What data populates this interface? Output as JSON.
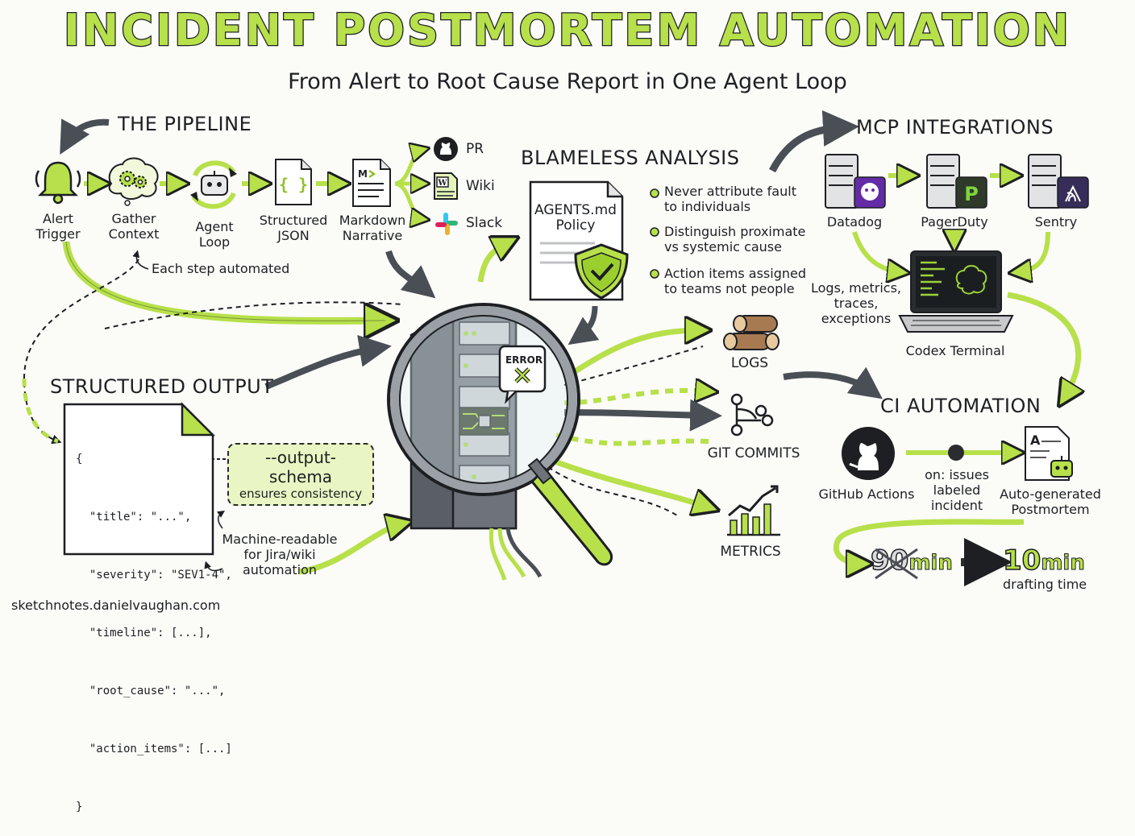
{
  "title": "INCIDENT POSTMORTEM AUTOMATION",
  "subtitle": "From Alert to Root Cause Report in One Agent Loop",
  "pipeline": {
    "heading": "THE PIPELINE",
    "steps": [
      {
        "label_line1": "Alert",
        "label_line2": "Trigger",
        "icon": "bell-icon"
      },
      {
        "label_line1": "Gather",
        "label_line2": "Context",
        "icon": "gears-icon"
      },
      {
        "label_line1": "Agent",
        "label_line2": "Loop",
        "icon": "robot-loop-icon"
      },
      {
        "label_line1": "Structured",
        "label_line2": "JSON",
        "icon": "json-document-icon"
      },
      {
        "label_line1": "Markdown",
        "label_line2": "Narrative",
        "icon": "markdown-document-icon"
      }
    ],
    "outputs": [
      {
        "label": "PR",
        "icon": "github-icon"
      },
      {
        "label": "Wiki",
        "icon": "wiki-icon"
      },
      {
        "label": "Slack",
        "icon": "slack-icon"
      }
    ],
    "note": "Each step automated"
  },
  "blameless": {
    "heading": "BLAMELESS ANALYSIS",
    "doc_line1": "AGENTS.md",
    "doc_line2": "Policy",
    "rules": [
      {
        "line1": "Never attribute fault",
        "line2": "to individuals"
      },
      {
        "line1": "Distinguish proximate",
        "line2": "vs systemic cause"
      },
      {
        "line1": "Action items assigned",
        "line2": "to teams not people"
      }
    ]
  },
  "mcp": {
    "heading": "MCP INTEGRATIONS",
    "servers": [
      "Datadog",
      "PagerDuty",
      "Sentry"
    ],
    "data_line1": "Logs, metrics,",
    "data_line2": "traces,",
    "data_line3": "exceptions",
    "terminal_label": "Codex Terminal"
  },
  "center": {
    "error_label": "ERROR",
    "sources": [
      "LOGS",
      "GIT COMMITS",
      "METRICS"
    ]
  },
  "structured_output": {
    "heading": "STRUCTURED OUTPUT",
    "code_lines": [
      "{",
      "  \"title\": \"...\",",
      "  \"severity\": \"SEV1-4\",",
      "  \"timeline\": [...],",
      "  \"root_cause\": \"...\",",
      "  \"action_items\": [...]",
      "}"
    ],
    "schema_flag": "--output-schema",
    "schema_note": "ensures consistency",
    "machine_line1": "Machine-readable",
    "machine_line2": "for Jira/wiki",
    "machine_line3": "automation"
  },
  "ci": {
    "heading": "CI AUTOMATION",
    "actions_label": "GitHub Actions",
    "trigger_line1": "on: issues",
    "trigger_line2": "labeled",
    "trigger_line3": "incident",
    "output_line1": "Auto-generated",
    "output_line2": "Postmortem",
    "before_value": "90",
    "before_unit": "min",
    "after_value": "10",
    "after_unit": "min",
    "time_note": "drafting time"
  },
  "footer": "sketchnotes.danielvaughan.com",
  "colors": {
    "accent": "#b7e04a",
    "ink": "#1d1f22",
    "gray": "#4a4e55"
  }
}
